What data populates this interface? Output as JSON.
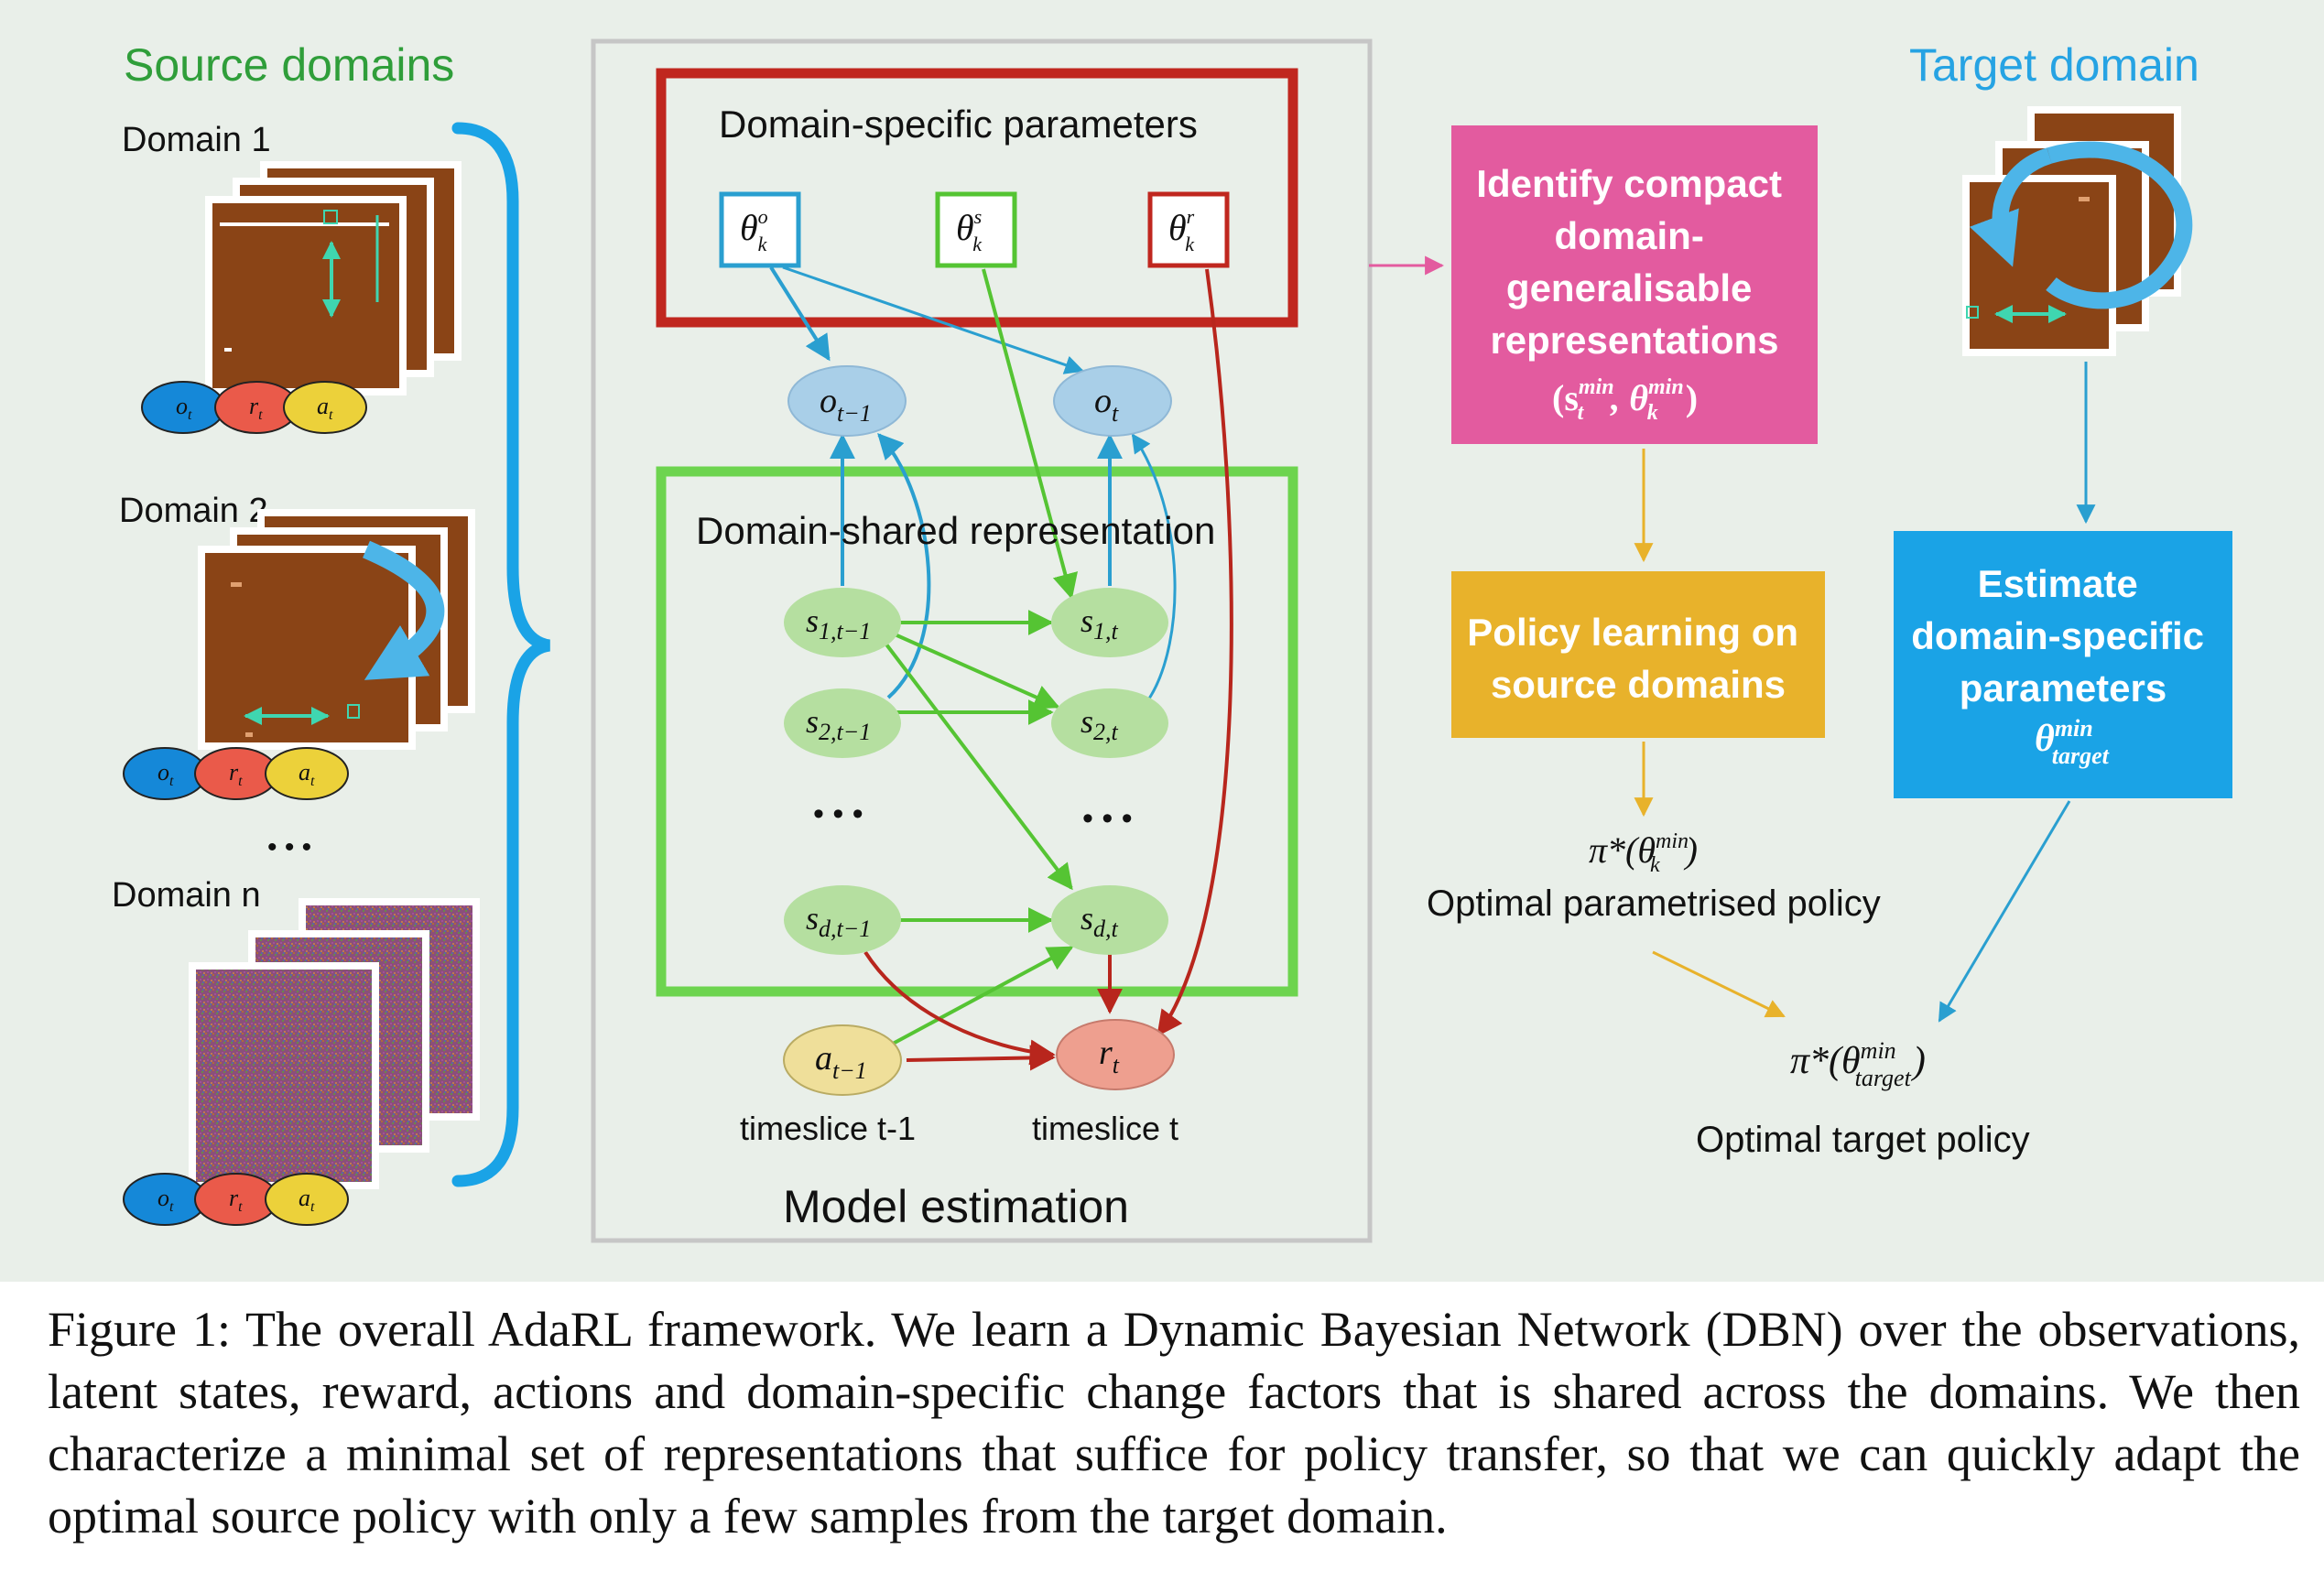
{
  "colors": {
    "background": "#e9efe9",
    "source_green": "#2f9e3a",
    "target_blue": "#26a3e3",
    "red_box": "#c0271f",
    "green_box": "#6dd44f",
    "pink_box": "#e35b9f",
    "orange_box": "#e8b22b",
    "blue_box": "#1aa3e6",
    "arrow_blue": "#2a9fd0",
    "arrow_green": "#55c433",
    "arrow_red": "#b8261d",
    "arrow_orange": "#e8b22b",
    "node_obs": "#a9cfe8",
    "node_state": "#b5dfa0",
    "node_action": "#efdf9a",
    "node_reward": "#ee9f8f",
    "frame_brown": "#8a4416",
    "chip_blue": "#1588d8",
    "chip_red": "#ea5a4a",
    "chip_yellow": "#ecd13a"
  },
  "source": {
    "title": "Source domains",
    "domain1": "Domain 1",
    "domain2": "Domain 2",
    "ellipsis": "• • •",
    "domainn": "Domain n",
    "chip_o": "o",
    "chip_r": "r",
    "chip_a": "a",
    "chip_sub": "t"
  },
  "model": {
    "params_title": "Domain-specific parameters",
    "theta_o": "θ",
    "theta_o_sup": "o",
    "theta_o_sub": "k",
    "theta_s": "θ",
    "theta_s_sup": "s",
    "theta_s_sub": "k",
    "theta_r": "θ",
    "theta_r_sup": "r",
    "theta_r_sub": "k",
    "o_prev": "o",
    "o_prev_sub": "t−1",
    "o_curr": "o",
    "o_curr_sub": "t",
    "shared_title": "Domain-shared representation",
    "s1_prev": "s",
    "s1_prev_sub": "1,t−1",
    "s1_curr": "s",
    "s1_curr_sub": "1,t",
    "s2_prev": "s",
    "s2_prev_sub": "2,t−1",
    "s2_curr": "s",
    "s2_curr_sub": "2,t",
    "dots_prev": "• • •",
    "dots_curr": "• • •",
    "sd_prev": "s",
    "sd_prev_sub": "d,t−1",
    "sd_curr": "s",
    "sd_curr_sub": "d,t",
    "a_prev": "a",
    "a_prev_sub": "t−1",
    "r_curr": "r",
    "r_curr_sub": "t",
    "timeslice_prev": "timeslice t-1",
    "timeslice_curr": "timeslice t",
    "title": "Model estimation"
  },
  "right": {
    "identify_lines": [
      "Identify compact",
      "domain-",
      "generalisable",
      "representations"
    ],
    "identify_math": "(s",
    "identify_math_sup1": "min",
    "identify_math_sub1": "t",
    "identify_math_mid": ", θ",
    "identify_math_sup2": "min",
    "identify_math_sub2": "k",
    "identify_math_end": ")",
    "policy_lines": [
      "Policy learning on",
      "source domains"
    ],
    "policy_math": "π*(θ",
    "policy_math_sup": "min",
    "policy_math_sub": "k",
    "policy_math_end": ")",
    "policy_label": "Optimal parametrised policy",
    "target_title": "Target domain",
    "estimate_lines": [
      "Estimate",
      "domain-specific",
      "parameters"
    ],
    "estimate_math": "θ",
    "estimate_math_sup": "min",
    "estimate_math_sub": "target",
    "target_math": "π*(θ",
    "target_math_sup": "min",
    "target_math_sub": "target",
    "target_math_end": ")",
    "target_label": "Optimal target policy"
  },
  "caption": "Figure 1: The overall AdaRL framework. We learn a Dynamic Bayesian Network (DBN) over the observations, latent states, reward, actions and domain-specific change factors that is shared across the domains. We then characterize a minimal set of representations that suffice for policy transfer, so that we can quickly adapt the optimal source policy with only a few samples from the target domain."
}
